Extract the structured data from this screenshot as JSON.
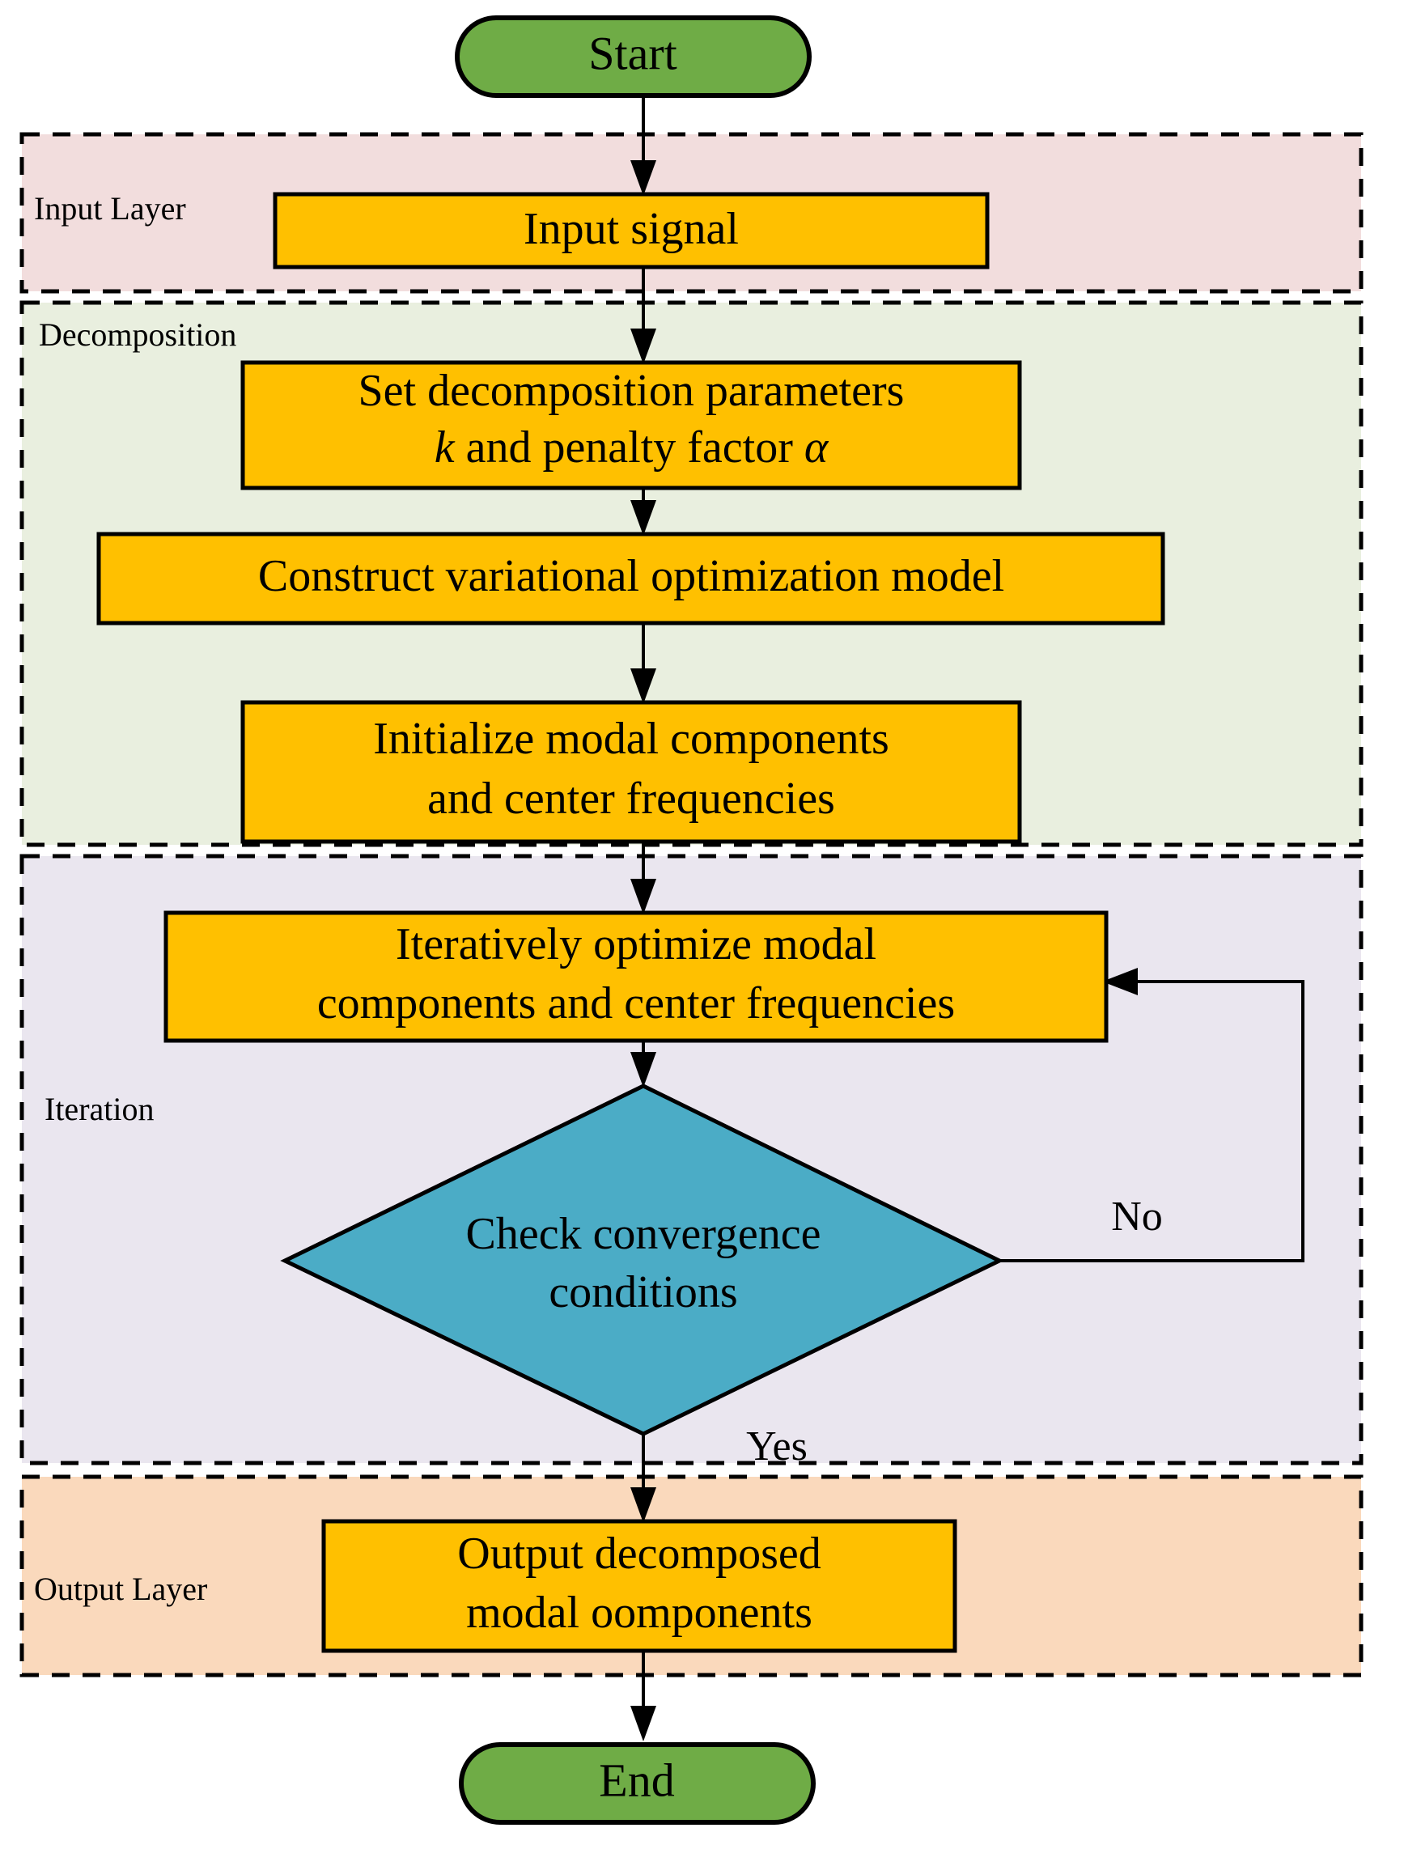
{
  "diagram": {
    "title": "Variational Mode Decomposition flowchart",
    "type": "flowchart"
  },
  "colors": {
    "terminator_fill": "#6FAC46",
    "process_fill": "#FFC000",
    "decision_fill": "#4BACC6",
    "input_band_fill": "#F2DDDD",
    "decomposition_band_fill": "#E9EFDF",
    "iteration_band_fill": "#EAE6EF",
    "output_band_fill": "#FAD9BC",
    "stroke": "#000000",
    "page_background": "#FFFFFF"
  },
  "regions": [
    {
      "id": "input-layer",
      "label": "Input Layer"
    },
    {
      "id": "decomposition",
      "label": "Decomposition"
    },
    {
      "id": "iteration",
      "label": "Iteration"
    },
    {
      "id": "output-layer",
      "label": "Output Layer"
    }
  ],
  "nodes": {
    "start": {
      "label": "Start",
      "shape": "terminator"
    },
    "input_signal": {
      "label": "Input signal",
      "shape": "process"
    },
    "set_params": {
      "shape": "process",
      "line1": "Set decomposition parameters",
      "line2_pre": "k",
      "line2_mid": " and penalty factor ",
      "line2_post": "α"
    },
    "construct_model": {
      "label": "Construct variational optimization model",
      "shape": "process"
    },
    "initialize": {
      "shape": "process",
      "line1": "Initialize modal components",
      "line2": "and center frequencies"
    },
    "iterate": {
      "shape": "process",
      "line1": "Iteratively optimize modal",
      "line2": "components and center frequencies"
    },
    "check_convergence": {
      "shape": "decision",
      "line1": "Check convergence",
      "line2": "conditions"
    },
    "output_components": {
      "shape": "process",
      "line1": "Output decomposed",
      "line2": "modal oomponents"
    },
    "end": {
      "label": "End",
      "shape": "terminator"
    }
  },
  "edge_labels": {
    "no": "No",
    "yes": "Yes"
  },
  "flow_sequence": [
    "start",
    "input_signal",
    "set_params",
    "construct_model",
    "initialize",
    "iterate",
    "check_convergence",
    "output_components",
    "end"
  ]
}
